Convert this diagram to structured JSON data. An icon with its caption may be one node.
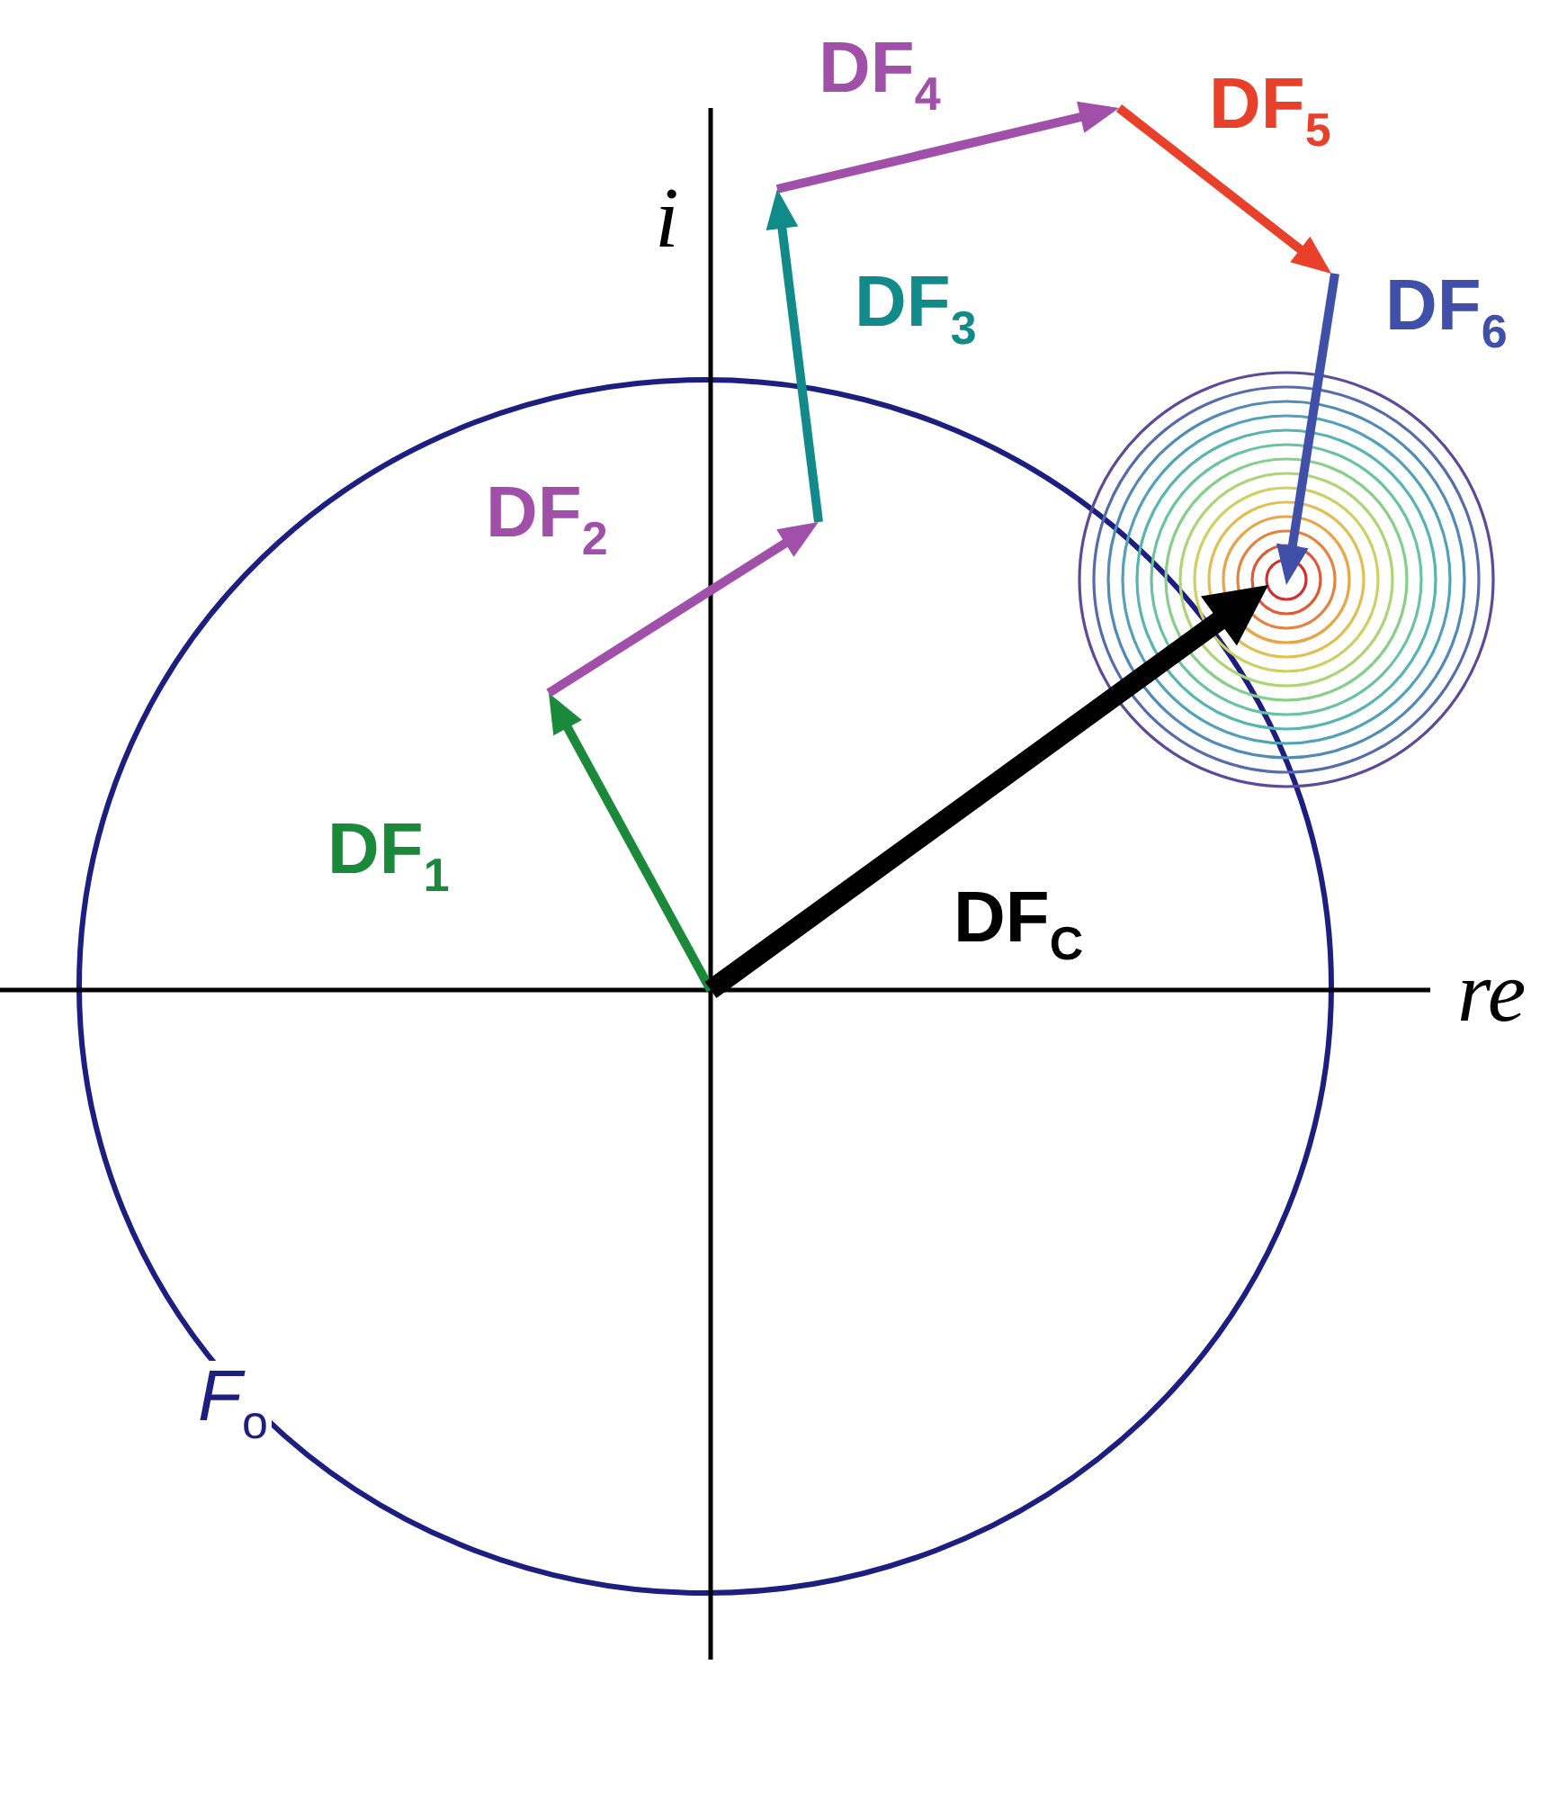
{
  "diagram": {
    "labels": [
      "DF$_{4}$",
      "DF$_{5}$",
      "i",
      "DF$_{3}$",
      "DF$_{6}$",
      "DF$_{2}$",
      "DF$_{1}$",
      "DF$_{C}$",
      "re",
      "*F*$_{o}$"
    ]
  }
}
